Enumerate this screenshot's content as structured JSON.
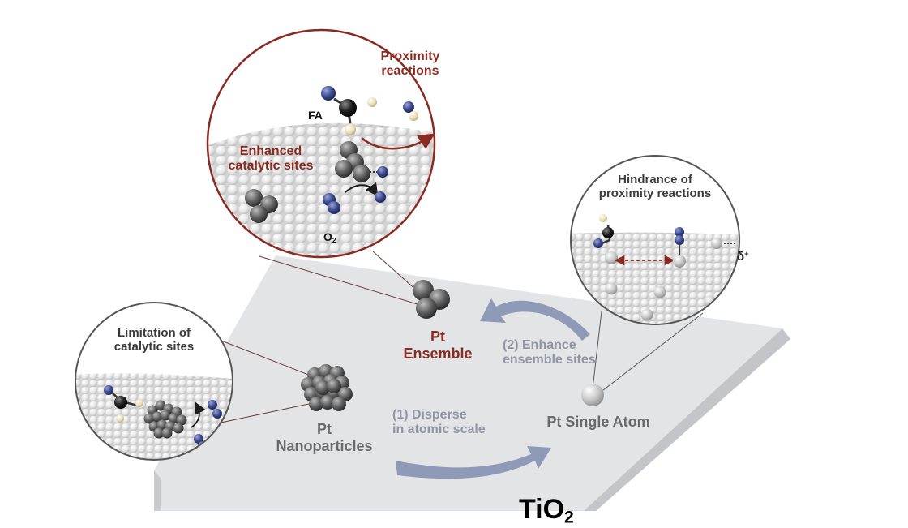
{
  "colors": {
    "ensemble_red": "#8a2b22",
    "arrow_blue_grey": "#8e9ab8",
    "nitrogen_blue": "#3b4a8f",
    "carbon_black": "#1d1d1d",
    "platinum_grey": "#6b6b6b",
    "hydrogen_cream": "#e9dfb8",
    "substrate_light": "#e3e4e6"
  },
  "substrate": {
    "label_main": "TiO",
    "label_sub": "2"
  },
  "center": {
    "ensemble": "Pt\nEnsemble",
    "nanoparticles": "Pt\nNanoparticles",
    "single_atom": "Pt Single Atom"
  },
  "arrows": {
    "disperse": "(1) Disperse\n in atomic scale",
    "enhance": "(2) Enhance\n ensemble sites"
  },
  "zoom_ensemble": {
    "title_proximity": "Proximity\nreactions",
    "title_enhanced": "Enhanced\ncatalytic sites",
    "fa_label": "FA",
    "o2_label": "O",
    "o2_sub": "2"
  },
  "zoom_nanoparticles": {
    "title": "Limitation of\ncatalytic sites"
  },
  "zoom_single": {
    "title": "Hindrance of\nproximity reactions",
    "delta_label": "δ",
    "delta_sup": "+"
  }
}
